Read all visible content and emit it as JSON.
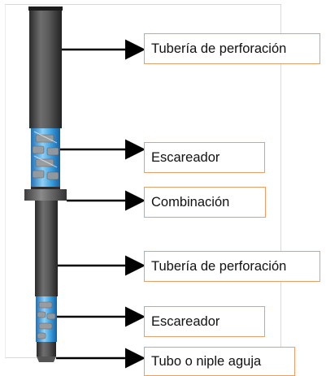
{
  "labels": {
    "drill_pipe_top": "Tubería de perforación",
    "scraper_top": "Escareador",
    "crossover": "Combinación",
    "drill_pipe_lower": "Tubería de perforación",
    "scraper_bottom": "Escareador",
    "mule_shoe": "Tubo o niple aguja"
  },
  "colors": {
    "pipe_dark": "#3a3a3a",
    "pipe_light": "#7a7a7a",
    "scraper_blue": "#2f8fd6",
    "scraper_light": "#8fd0f5",
    "callout_border": "#e8a06a",
    "arrow": "#000000"
  }
}
